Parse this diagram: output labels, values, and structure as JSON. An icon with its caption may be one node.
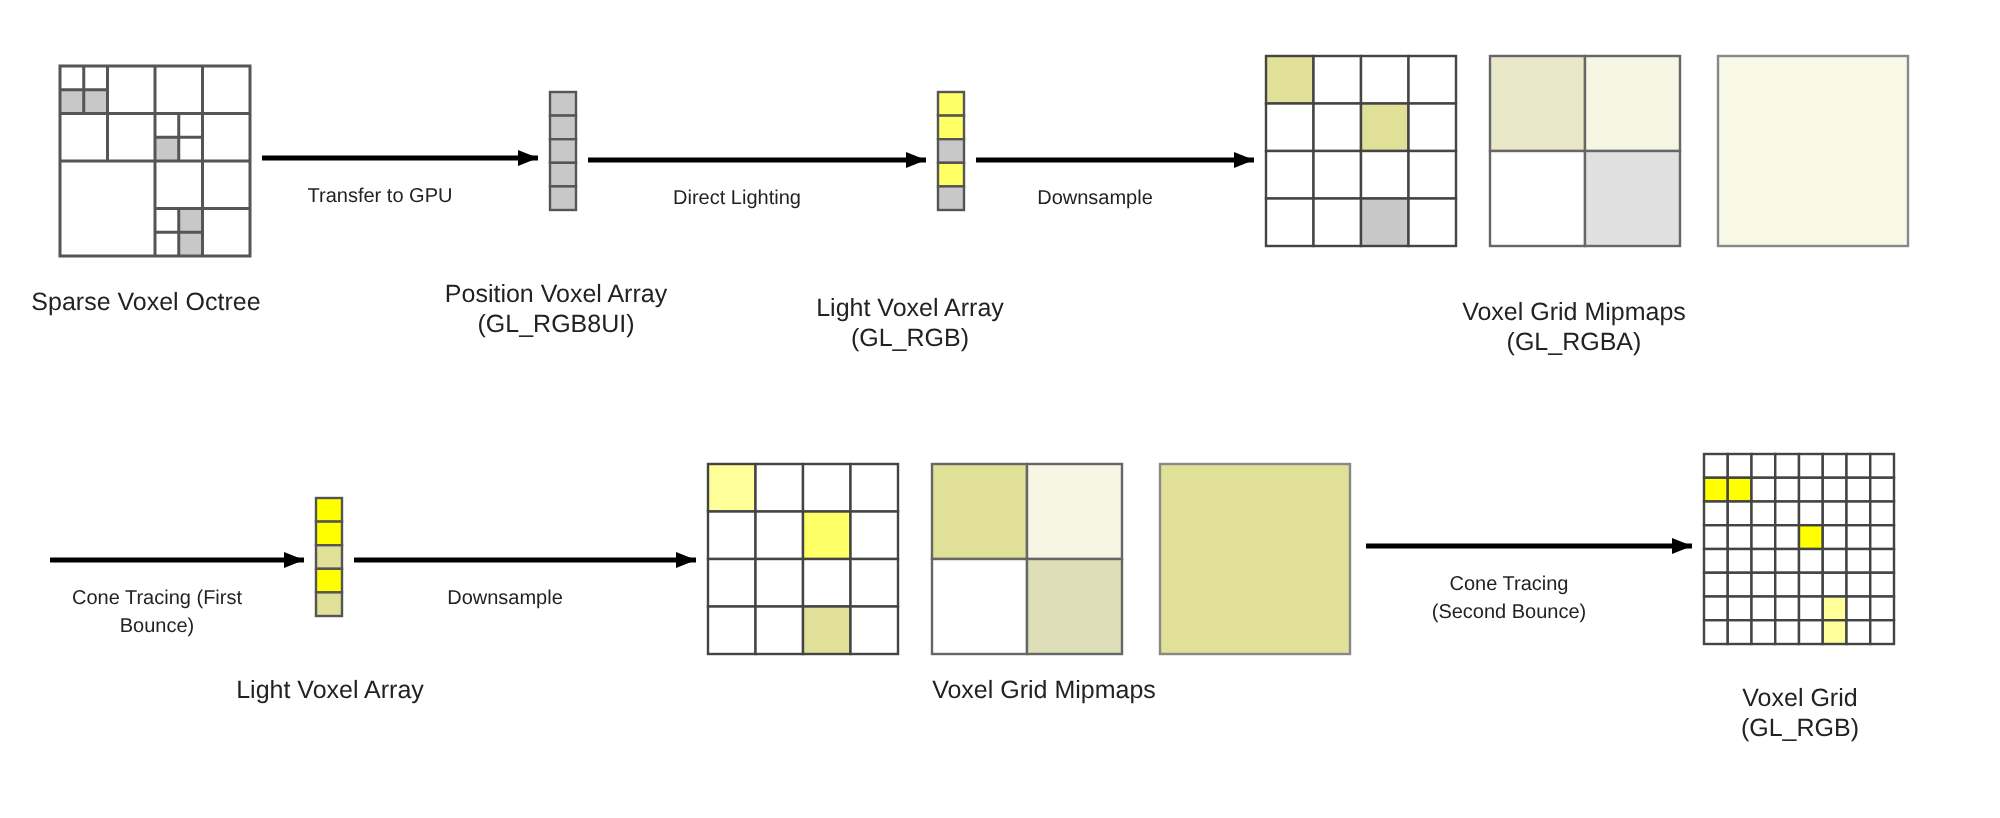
{
  "diagram": {
    "nodes": [
      {
        "text": [],
        "shape": "picture",
        "beside": [
          "Sparse Voxel Octree"
        ]
      },
      {
        "text": [],
        "shape": "picture",
        "beside": [
          "Position Voxel Array",
          "(GL_RGB8UI)"
        ]
      },
      {
        "text": [],
        "shape": "picture",
        "beside": [
          "Light Voxel Array",
          "(GL_RGB)"
        ]
      },
      {
        "text": [],
        "shape": "picture",
        "beside": [
          "Voxel Grid Mipmaps",
          "(GL_RGBA)"
        ]
      },
      {
        "text": [],
        "shape": "picture",
        "beside": [
          "Light Voxel Array"
        ]
      },
      {
        "text": [],
        "shape": "picture",
        "beside": [
          "Voxel Grid Mipmaps"
        ]
      },
      {
        "text": [],
        "shape": "picture",
        "beside": [
          "Voxel Grid",
          "(GL_RGB)"
        ]
      }
    ],
    "edges": [
      {
        "from": 0,
        "to": 1,
        "arrow": "to",
        "label": "Transfer to GPU"
      },
      {
        "from": 1,
        "to": 2,
        "arrow": "to",
        "label": "Direct Lighting"
      },
      {
        "from": 2,
        "to": 3,
        "arrow": "to",
        "label": "Downsample"
      },
      {
        "from": null,
        "to": 4,
        "arrow": "to",
        "label": "Cone Tracing (First Bounce)"
      },
      {
        "from": 4,
        "to": 5,
        "arrow": "to",
        "label": "Downsample"
      },
      {
        "from": 5,
        "to": 6,
        "arrow": "to",
        "label": "Cone Tracing (Second Bounce)"
      }
    ]
  }
}
